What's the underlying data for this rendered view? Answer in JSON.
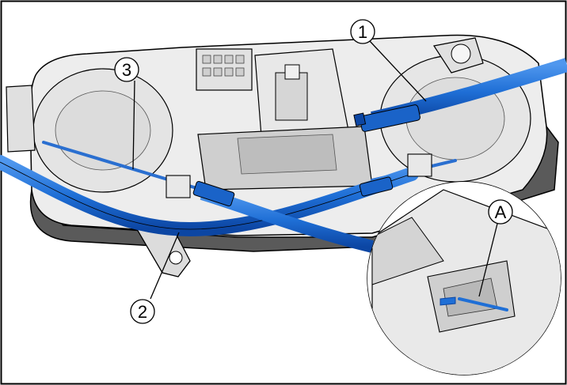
{
  "figure": {
    "callouts": {
      "c1": "1",
      "c2": "2",
      "c3": "3",
      "cA": "A"
    },
    "colors": {
      "cable": "#1f6fd6",
      "cable_dark": "#0c46a3",
      "housing": "#e9e9e9",
      "housing_shadow": "#b9b9b9",
      "outline": "#000000"
    }
  }
}
